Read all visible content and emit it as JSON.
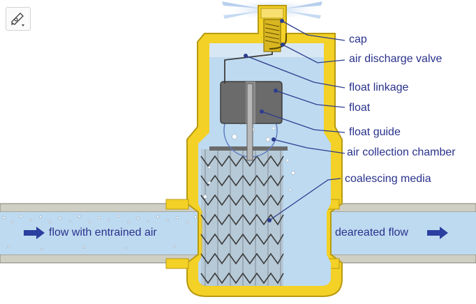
{
  "toolbar": {
    "edit_icon": "pencil-edit-icon"
  },
  "labels": {
    "cap": "cap",
    "air_discharge_valve": "air discharge valve",
    "float_linkage": "float linkage",
    "float": "float",
    "float_guide": "float guide",
    "air_collection_chamber": "air collection chamber",
    "coalescing_media": "coalescing media"
  },
  "flow": {
    "inlet": "flow with entrained air",
    "outlet": "deareated flow"
  },
  "colors": {
    "brass": "#f3d126",
    "brass_edge": "#b89a10",
    "water": "#bedaf0",
    "pipe": "#cfcfc4",
    "label_text": "#29318c",
    "leader_line": "#2c3d8f",
    "float_body": "#6b6b6b",
    "arrow": "#2b3fa0"
  }
}
